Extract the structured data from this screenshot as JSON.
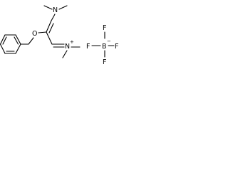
{
  "molecule": {
    "atoms": {
      "n_top": "N",
      "o_ether": "O",
      "n_iminium": "N",
      "n_iminium_charge": "+",
      "boron": "B",
      "f_top": "F",
      "f_left": "F",
      "f_right": "F",
      "f_bottom": "F",
      "b_charge": "−"
    }
  }
}
